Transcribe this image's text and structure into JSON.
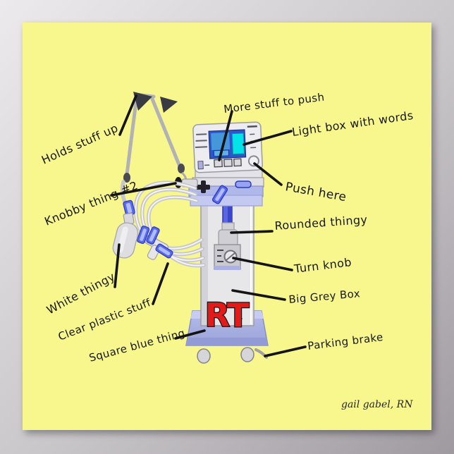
{
  "poster": {
    "background_color": "#f8f78e",
    "matte_light": "#eceaed",
    "matte_dark": "#9f9aa0",
    "monogram": "RT",
    "monogram_color": "#e21a1a",
    "signature": "gail gabel, RN"
  },
  "labels": {
    "holds_stuff_up": "Holds stuff up",
    "knobby_thing_2": "Knobby thing #2",
    "more_stuff_to_push": "More stuff to push",
    "light_box_with_words": "Light box with words",
    "push_here": "Push here",
    "rounded_thingy": "Rounded thingy",
    "white_thingy": "White thingy",
    "turn_knob": "Turn knob",
    "clear_plastic_stuff": "Clear plastic stuff",
    "big_grey_box": "Big Grey Box",
    "square_blue_thing": "Square blue thing",
    "parking_brake": "Parking brake"
  }
}
